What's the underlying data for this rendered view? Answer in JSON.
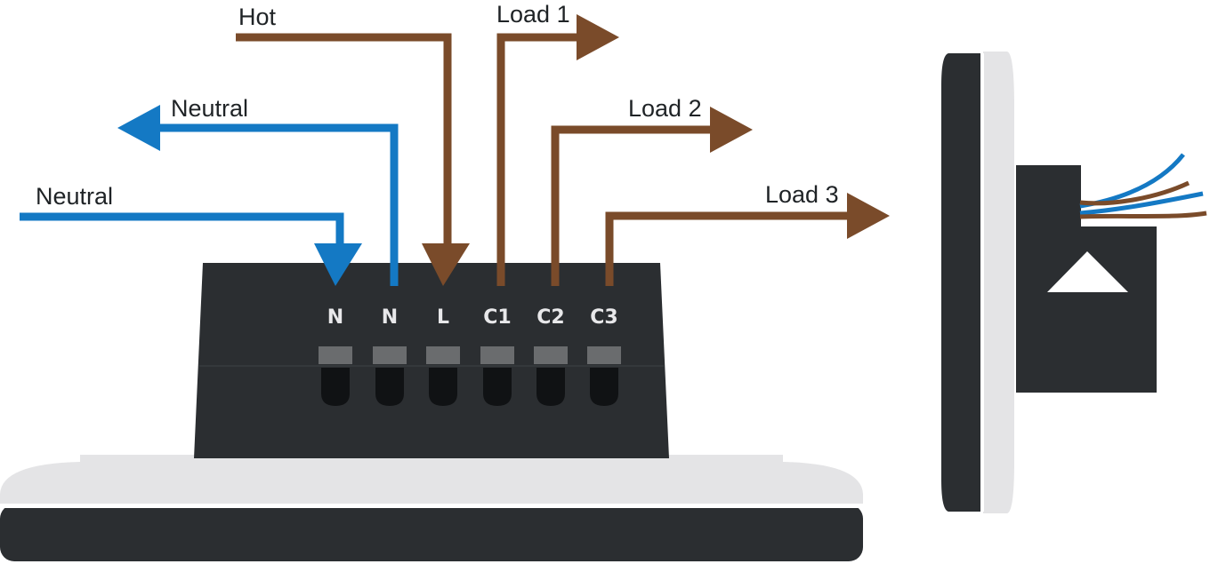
{
  "colors": {
    "neutral_wire": "#1479c4",
    "load_wire": "#7a4b2a",
    "housing": "#2b2e31",
    "bezel": "#e4e4e6",
    "slot": "#6a6c6e",
    "text": "#1f2326",
    "terminal_text": "#e8e8ea"
  },
  "wire_labels": {
    "hot": "Hot",
    "neutral_out": "Neutral",
    "neutral_in": "Neutral",
    "load_1": "Load 1",
    "load_2": "Load 2",
    "load_3": "Load 3"
  },
  "terminals": [
    {
      "id": "n1",
      "label": "N"
    },
    {
      "id": "n2",
      "label": "N"
    },
    {
      "id": "l",
      "label": "L"
    },
    {
      "id": "c1",
      "label": "C1"
    },
    {
      "id": "c2",
      "label": "C2"
    },
    {
      "id": "c3",
      "label": "C3"
    }
  ],
  "side_view": {
    "indicator_icon": "triangle-up-icon"
  }
}
